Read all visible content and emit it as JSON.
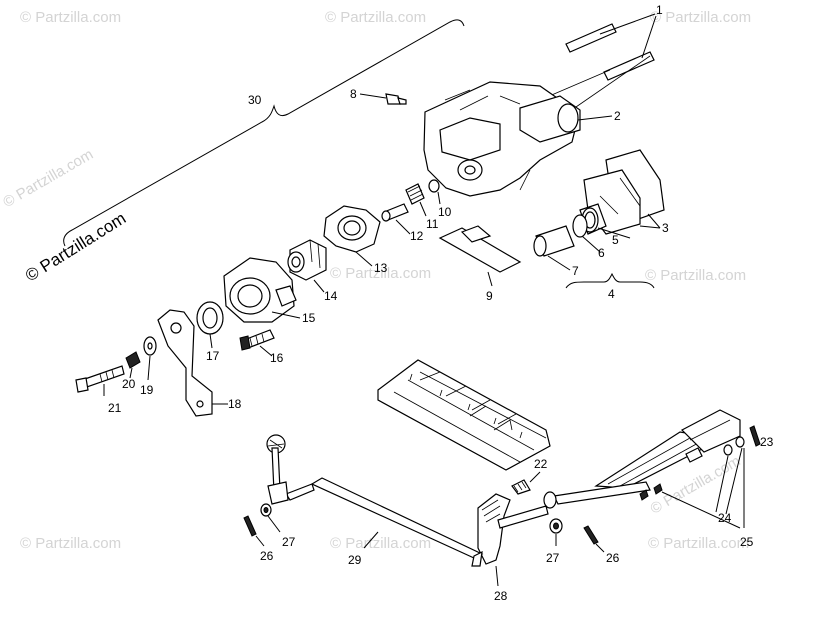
{
  "watermark": {
    "text": "© Partzilla.com"
  },
  "callouts": {
    "c1": "1",
    "c2": "2",
    "c3": "3",
    "c4": "4",
    "c5": "5",
    "c6": "6",
    "c7": "7",
    "c8": "8",
    "c9": "9",
    "c10": "10",
    "c11": "11",
    "c12": "12",
    "c13": "13",
    "c14": "14",
    "c15": "15",
    "c16": "16",
    "c17": "17",
    "c18": "18",
    "c19": "19",
    "c20": "20",
    "c21": "21",
    "c22": "22",
    "c23": "23",
    "c24": "24",
    "c25": "25",
    "c26a": "26",
    "c26b": "26",
    "c27a": "27",
    "c27b": "27",
    "c28": "28",
    "c29": "29",
    "c30": "30"
  }
}
